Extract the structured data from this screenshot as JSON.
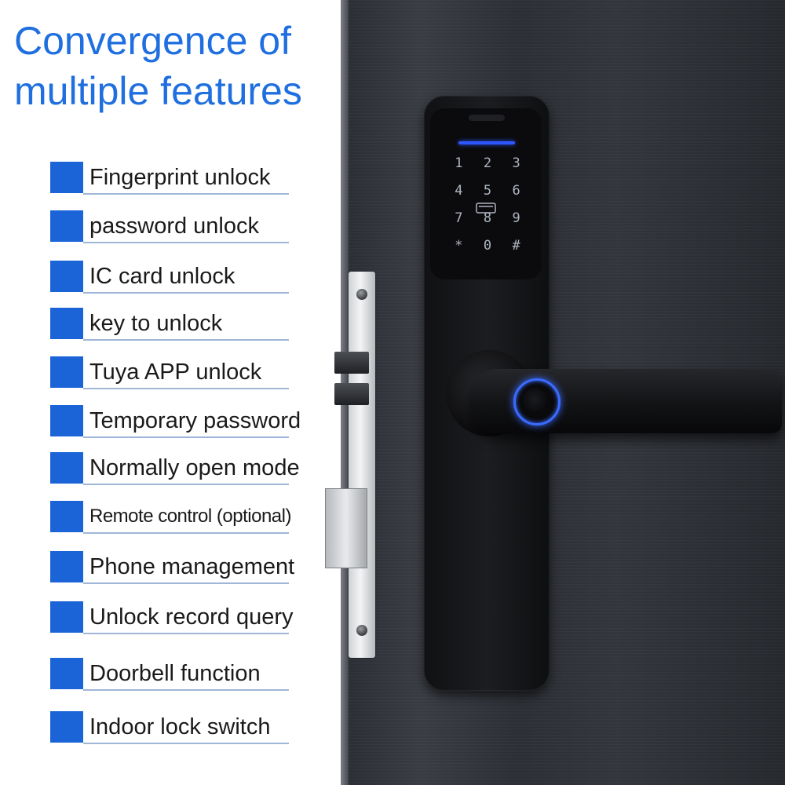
{
  "title": "Convergence of multiple features",
  "features": [
    "Fingerprint unlock",
    "password unlock",
    "IC card unlock",
    "key to unlock",
    "Tuya APP unlock",
    "Temporary password",
    "Normally open mode",
    "Remote control (optional)",
    "Phone management",
    "Unlock record query",
    "Doorbell function",
    "Indoor lock switch"
  ],
  "keypad": [
    "1",
    "2",
    "3",
    "4",
    "5",
    "6",
    "7",
    "8",
    "9",
    "*",
    "0",
    "#"
  ],
  "colors": {
    "title": "#1f6fe0",
    "bullet": "#1a64d8",
    "accent_glow": "#3a6bff",
    "door": "#2e3137"
  },
  "icons": {
    "bullet": "square-bullet-icon",
    "fingerprint_sensor": "fingerprint-icon",
    "card_reader": "card-reader-icon"
  }
}
